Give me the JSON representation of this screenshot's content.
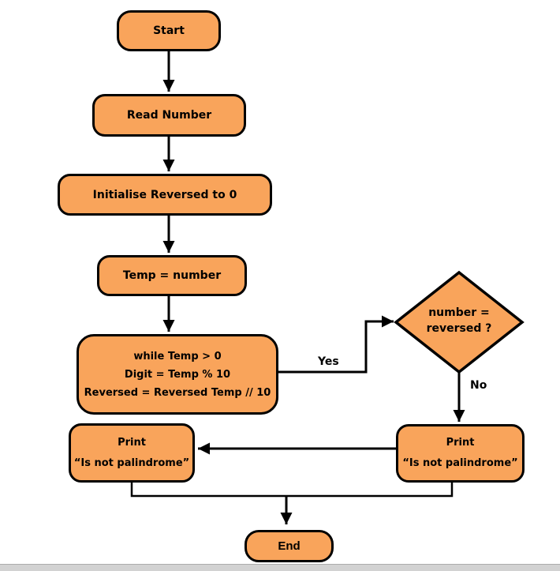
{
  "colors": {
    "node-fill": "#F9A45B",
    "node-border": "#000000",
    "line-color": "#000000",
    "bar-fill": "#d2d2d2",
    "bar-edge": "#ababab"
  },
  "flowchart": {
    "start": {
      "label": "Start"
    },
    "read_number": {
      "label": "Read Number"
    },
    "initialise": {
      "label": "Initialise Reversed to 0"
    },
    "temp": {
      "label": "Temp = number"
    },
    "while_loop": {
      "lines": [
        "while Temp > 0",
        "Digit = Temp % 10",
        "Reversed = Reversed Temp // 10"
      ]
    },
    "decision": {
      "lines": [
        "number =",
        "reversed ?"
      ]
    },
    "print_left": {
      "lines": [
        "Print",
        "“Is not palindrome”"
      ]
    },
    "print_right": {
      "lines": [
        "Print",
        "“Is not palindrome”"
      ]
    },
    "end": {
      "label": "End"
    },
    "edge_labels": {
      "yes": "Yes",
      "no": "No"
    }
  }
}
